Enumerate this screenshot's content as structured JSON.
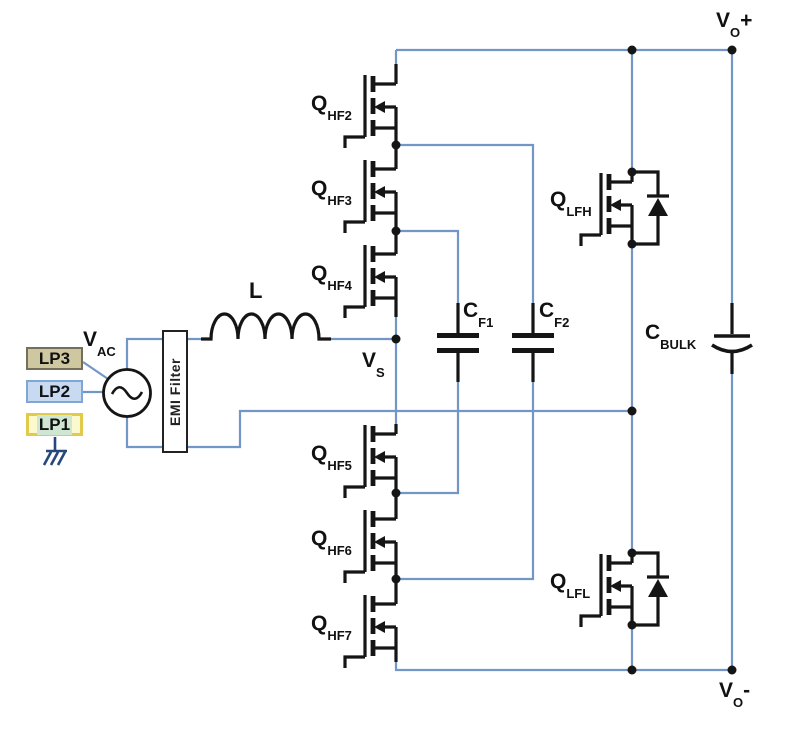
{
  "colors": {
    "wire": "#7296c6",
    "component": "#151515",
    "label": "#111111",
    "ground": "#27477e",
    "emi_border": "#222222",
    "lp3_fill": "#cfc7a0",
    "lp3_border": "#72705c",
    "lp2_fill": "#c7daf1",
    "lp2_border": "#7fa7d6",
    "lp1_fill": "#fdf9cf",
    "lp1_border": "#e2cb4a",
    "lp1_text_bg": "#cfe7d2"
  },
  "icons": {
    "ac_source": "sine-wave-circle",
    "ground": "chassis-ground",
    "mosfet": "n-channel-mosfet",
    "body_diode": "diode-up",
    "flying_capacitor": "capacitor",
    "bulk_capacitor": "polarized-capacitor",
    "inductor": "inductor-coil"
  },
  "labels": {
    "vo_plus": {
      "main": "V",
      "sub": "O",
      "suffix": "+"
    },
    "vo_minus": {
      "main": "V",
      "sub": "O",
      "suffix": "-"
    },
    "vac": {
      "main": "V",
      "sub": "AC"
    },
    "vs": {
      "main": "V",
      "sub": "S"
    },
    "inductor": "L",
    "cf1": {
      "main": "C",
      "sub": "F1"
    },
    "cf2": {
      "main": "C",
      "sub": "F2"
    },
    "cbulk": {
      "main": "C",
      "sub": "BULK"
    },
    "qhf2": {
      "main": "Q",
      "sub": "HF2"
    },
    "qhf3": {
      "main": "Q",
      "sub": "HF3"
    },
    "qhf4": {
      "main": "Q",
      "sub": "HF4"
    },
    "qhf5": {
      "main": "Q",
      "sub": "HF5"
    },
    "qhf6": {
      "main": "Q",
      "sub": "HF6"
    },
    "qhf7": {
      "main": "Q",
      "sub": "HF7"
    },
    "qlfh": {
      "main": "Q",
      "sub": "LFH"
    },
    "qlfl": {
      "main": "Q",
      "sub": "LFL"
    },
    "emi_filter": "EMI Filter",
    "lp1": "LP1",
    "lp2": "LP2",
    "lp3": "LP3"
  }
}
